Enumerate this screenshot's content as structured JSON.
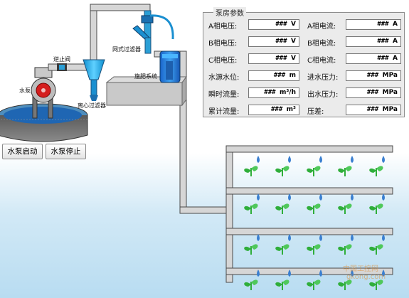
{
  "diagram": {
    "labels": {
      "check_valve": "逆止阀",
      "pump": "水泵",
      "centrifugal_filter": "离心过滤器",
      "mesh_filter": "网式过滤器",
      "fertilizer_system": "施肥系统"
    }
  },
  "panel": {
    "title": "泵房参数",
    "left": [
      {
        "label": "A相电压:",
        "value": "###",
        "unit": "V"
      },
      {
        "label": "B相电压:",
        "value": "###",
        "unit": "V"
      },
      {
        "label": "C相电压:",
        "value": "###",
        "unit": "V"
      },
      {
        "label": "水源水位:",
        "value": "###",
        "unit": "m"
      },
      {
        "label": "瞬时流量:",
        "value": "###",
        "unit": "m³/h"
      },
      {
        "label": "累计流量:",
        "value": "###",
        "unit": "m³"
      }
    ],
    "right": [
      {
        "label": "A相电流:",
        "value": "###",
        "unit": "A"
      },
      {
        "label": "B相电流:",
        "value": "###",
        "unit": "A"
      },
      {
        "label": "C相电流:",
        "value": "###",
        "unit": "A"
      },
      {
        "label": "进水压力:",
        "value": "###",
        "unit": "MPa"
      },
      {
        "label": "出水压力:",
        "value": "###",
        "unit": "MPa"
      },
      {
        "label": "压差:",
        "value": "###",
        "unit": "MPa"
      }
    ]
  },
  "buttons": {
    "start": "水泵启动",
    "stop": "水泵停止"
  },
  "watermark": {
    "line1": "中国工控网",
    "line2": "gkong.com"
  },
  "colors": {
    "pipe": "#d6d6d6",
    "pipe_edge": "#4a4a4a",
    "water": "#2a9fd6",
    "pump_red": "#d41e1e",
    "plant": "#2fae3a",
    "drop": "#3a7fd0"
  }
}
